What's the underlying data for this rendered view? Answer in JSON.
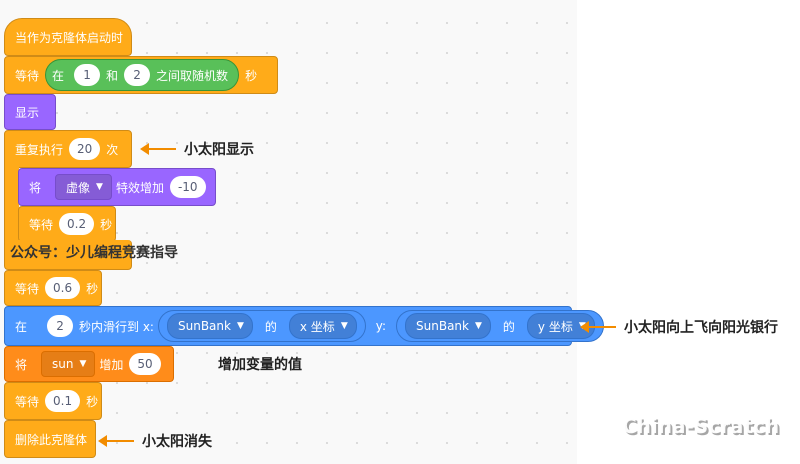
{
  "blocks": {
    "hat": "当作为克隆体启动时",
    "wait_random": {
      "wait": "等待",
      "in": "在",
      "from": "1",
      "and": "和",
      "to": "2",
      "between_random": "之间取随机数",
      "sec": "秒"
    },
    "show": "显示",
    "repeat": {
      "label": "重复执行",
      "count": "20",
      "times": "次"
    },
    "change_effect": {
      "set": "将",
      "effect": "虚像",
      "change": "特效增加",
      "value": "-10"
    },
    "wait_inner": {
      "wait": "等待",
      "value": "0.2",
      "sec": "秒"
    },
    "wait_06": {
      "wait": "等待",
      "value": "0.6",
      "sec": "秒"
    },
    "glide": {
      "in": "在",
      "secs": "2",
      "glide_to": "秒内滑行到 x:",
      "sprite1": "SunBank",
      "of1": "的",
      "prop1": "x 坐标",
      "y": "y:",
      "sprite2": "SunBank",
      "of2": "的",
      "prop2": "y 坐标"
    },
    "change_var": {
      "set": "将",
      "var": "sun",
      "add": "增加",
      "value": "50"
    },
    "wait_01": {
      "wait": "等待",
      "value": "0.1",
      "sec": "秒"
    },
    "delete_clone": "删除此克隆体"
  },
  "annotations": {
    "show_sun": "小太阳显示",
    "fly_up": "小太阳向上飞向阳光银行",
    "add_value": "增加变量的值",
    "disappear": "小太阳消失"
  },
  "overlay_text": "公众号：少儿编程竞赛指导",
  "watermark": "China-Scratch",
  "colors": {
    "control": "#ffab19",
    "looks": "#9966ff",
    "motion": "#4c97ff",
    "variables": "#ff8c1a",
    "operators": "#59c059",
    "arrow": "#f28c00"
  }
}
